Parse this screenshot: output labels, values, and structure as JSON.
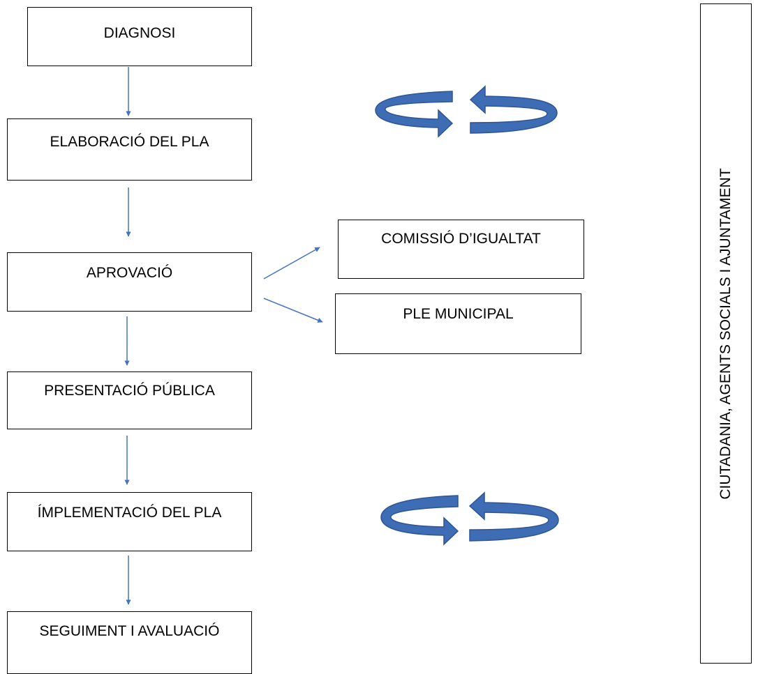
{
  "steps": {
    "diagnosi": "DIAGNOSI",
    "elaboracio": "ELABORACIÓ DEL PLA",
    "aprovacio": "APROVACIÓ",
    "presentacio": "PRESENTACIÓ PÚBLICA",
    "implementacio": "ÍMPLEMENTACIÓ DEL PLA",
    "seguiment": "SEGUIMENT I AVALUACIÓ"
  },
  "approval_bodies": {
    "comissio": "COMISSIÓ D’IGUALTAT",
    "ple": "PLE MUNICIPAL"
  },
  "side_label": "CIUTADANIA, AGENTS SOCIALS I AJUNTAMENT",
  "colors": {
    "connector": "#4472C4",
    "cycle_arrow": "#3E6DB5",
    "cycle_arrow_dark": "#2D5596",
    "border": "#000000"
  }
}
